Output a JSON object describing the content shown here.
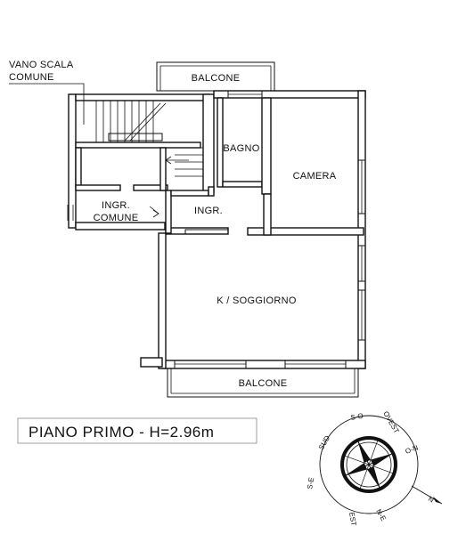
{
  "plan": {
    "stair_label_line1": "VANO SCALA",
    "stair_label_line2": "COMUNE",
    "rooms": {
      "balcony_top": "BALCONE",
      "bathroom": "BAGNO",
      "bedroom": "CAMERA",
      "common_entrance_line1": "INGR.",
      "common_entrance_line2": "COMUNE",
      "entrance": "INGR.",
      "living_kitchen": "K / SOGGIORNO",
      "balcony_bottom": "BALCONE"
    },
    "floor_title": "PIANO PRIMO - H=2.96m"
  },
  "compass": {
    "labels": {
      "sw": "S-O",
      "west": "OVEST",
      "south": "SUD",
      "nw": "O-N",
      "se": "S-E",
      "north": "N",
      "east": "EST",
      "ne": "N-E"
    }
  }
}
